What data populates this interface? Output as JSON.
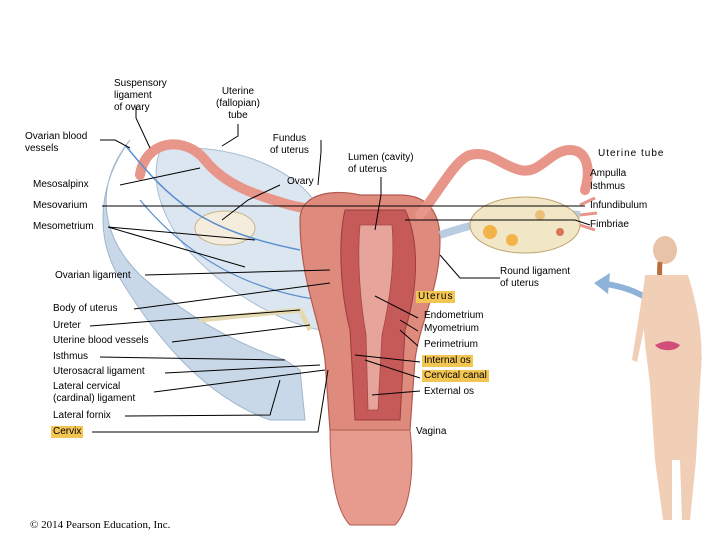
{
  "labels": {
    "suspensory_ligament": "Suspensory\nligament\nof ovary",
    "uterine_fallopian_tube": "Uterine\n(fallopian)\ntube",
    "ovarian_blood_vessels": "Ovarian blood\nvessels",
    "fundus_of_uterus": "Fundus\nof uterus",
    "lumen_of_uterus": "Lumen (cavity)\nof uterus",
    "uterine_tube_right": "Uterine tube",
    "ampulla": "Ampulla",
    "isthmus_tube": "Isthmus",
    "mesosalpinx": "Mesosalpinx",
    "ovary": "Ovary",
    "mesovarium": "Mesovarium",
    "infundibulum": "Infundibulum",
    "mesometrium": "Mesometrium",
    "fimbriae": "Fimbriae",
    "ovarian_ligament": "Ovarian ligament",
    "round_ligament": "Round ligament\nof uterus",
    "uterus": "Uterus",
    "body_of_uterus": "Body of uterus",
    "ureter": "Ureter",
    "uterine_blood_vessels": "Uterine blood vessels",
    "isthmus_uterus": "Isthmus",
    "uterosacral_ligament": "Uterosacral ligament",
    "lateral_cervical_ligament": "Lateral cervical\n(cardinal) ligament",
    "lateral_fornix": "Lateral fornix",
    "cervix": "Cervix",
    "endometrium": "Endometrium",
    "myometrium": "Myometrium",
    "perimetrium": "Perimetrium",
    "internal_os": "Internal os",
    "cervical_canal": "Cervical canal",
    "external_os": "External os",
    "vagina": "Vagina"
  },
  "copyright": "© 2014 Pearson Education, Inc.",
  "colors": {
    "highlight": "#f3c552",
    "ligament_blue": "#b9cde2",
    "uterine_wall": "#d97e73",
    "uterine_inner": "#c8575a",
    "ovary": "#efe7cf",
    "arrow": "#8fb2d8"
  }
}
